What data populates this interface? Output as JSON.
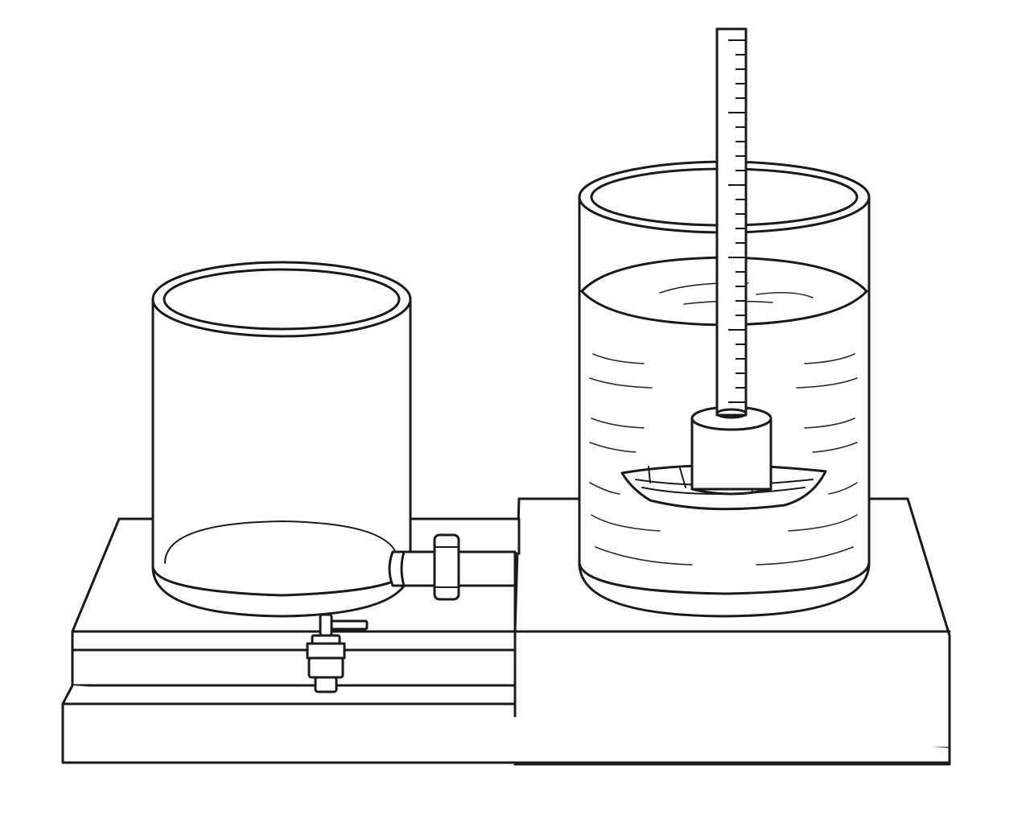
{
  "diagram": {
    "components": [
      {
        "id": "base-platform",
        "kind": "stepped wooden base"
      },
      {
        "id": "left-cylinder",
        "kind": "empty open cylinder with side tap"
      },
      {
        "id": "right-cylinder",
        "kind": "cylinder filled with water"
      },
      {
        "id": "graduated-rod",
        "kind": "measuring scale with cylindrical float"
      },
      {
        "id": "boat",
        "kind": "small model boat floating in water"
      },
      {
        "id": "drain-valve",
        "kind": "valve under left cylinder"
      }
    ],
    "scale": {
      "tick_count": 26,
      "major_every": 5
    },
    "colors": {
      "line": "#1a1a1a",
      "background": "#ffffff"
    }
  }
}
